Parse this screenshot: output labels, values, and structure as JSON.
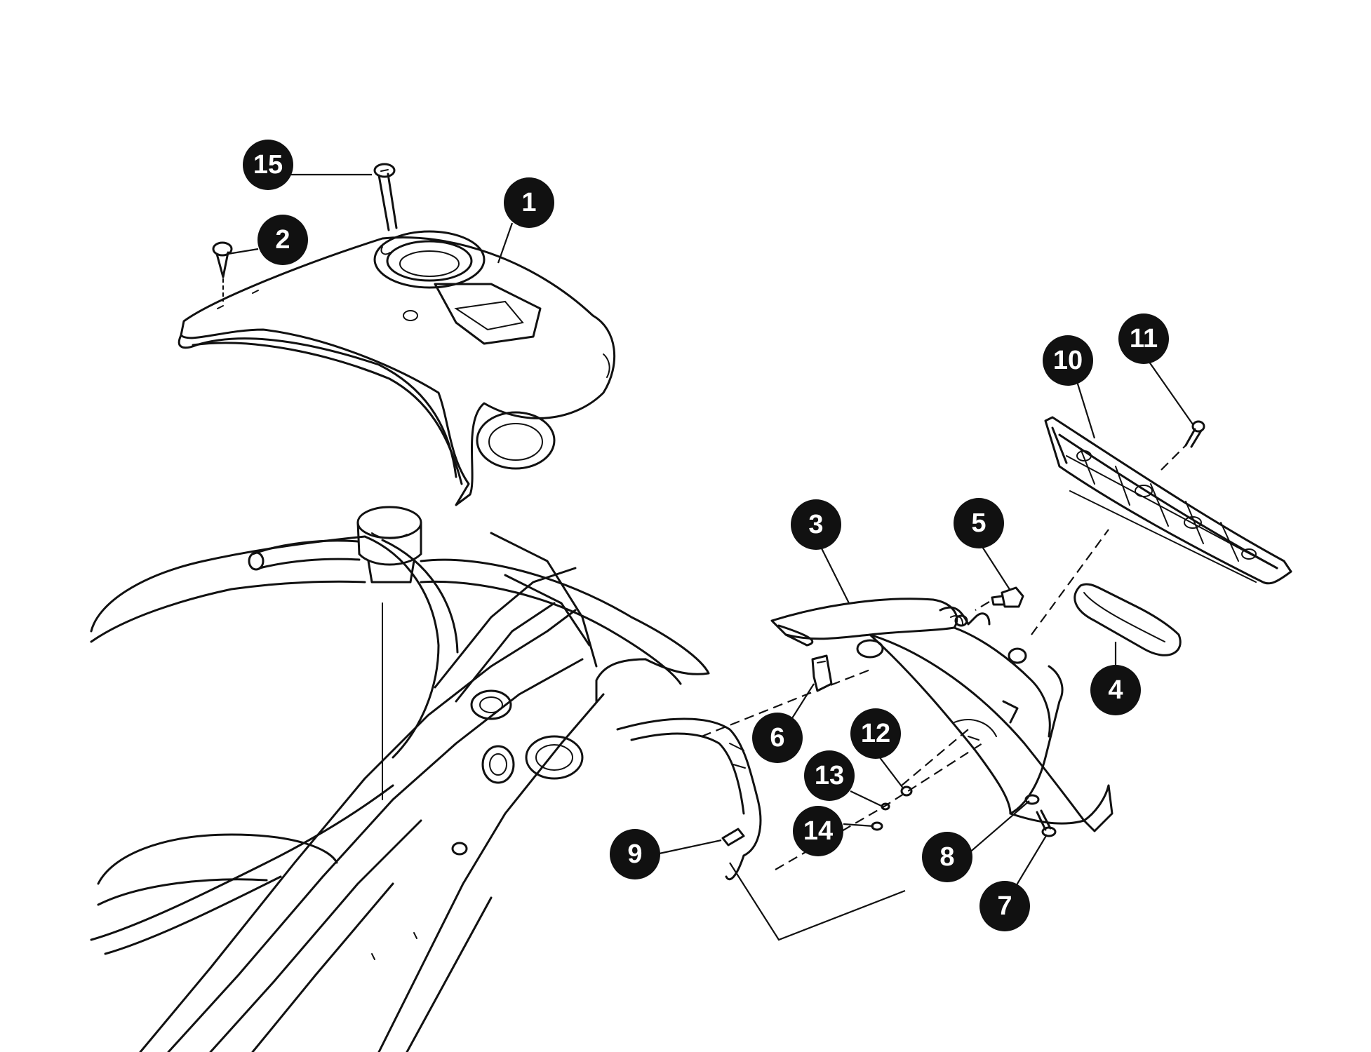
{
  "callouts": [
    {
      "id": "1",
      "label": "1"
    },
    {
      "id": "2",
      "label": "2"
    },
    {
      "id": "3",
      "label": "3"
    },
    {
      "id": "4",
      "label": "4"
    },
    {
      "id": "5",
      "label": "5"
    },
    {
      "id": "6",
      "label": "6"
    },
    {
      "id": "7",
      "label": "7"
    },
    {
      "id": "8",
      "label": "8"
    },
    {
      "id": "9",
      "label": "9"
    },
    {
      "id": "10",
      "label": "10"
    },
    {
      "id": "11",
      "label": "11"
    },
    {
      "id": "12",
      "label": "12"
    },
    {
      "id": "13",
      "label": "13"
    },
    {
      "id": "14",
      "label": "14"
    },
    {
      "id": "15",
      "label": "15"
    }
  ],
  "colors": {
    "line": "#111111",
    "callout_fill": "#111111",
    "callout_text": "#ffffff",
    "background": "#ffffff"
  }
}
